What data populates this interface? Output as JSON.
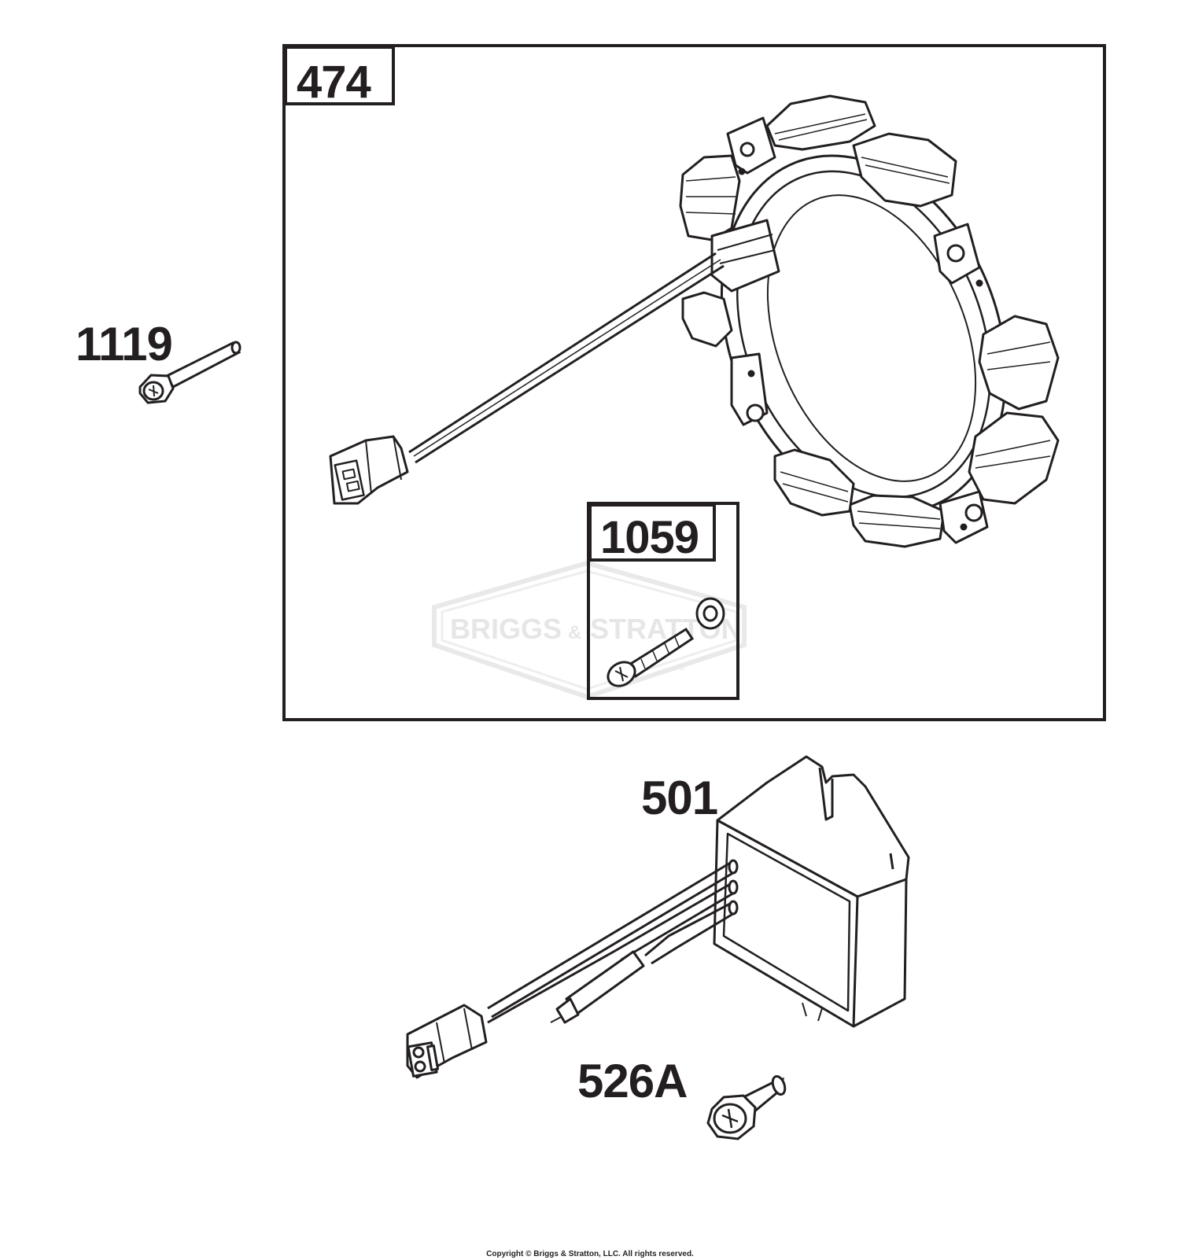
{
  "callouts": {
    "stator": "474",
    "screw_kit": "1059",
    "bolt_left": "1119",
    "regulator": "501",
    "regulator_bolt": "526A"
  },
  "watermark": {
    "brand": "BRIGGS",
    "amp": "&",
    "brand2": "STRATTON",
    "reg": "®"
  },
  "footer": {
    "copyright": "Copyright © Briggs & Stratton, LLC. All rights reserved."
  },
  "colors": {
    "ink": "#231f20",
    "watermark": "#e6e6e6",
    "background": "#ffffff"
  }
}
